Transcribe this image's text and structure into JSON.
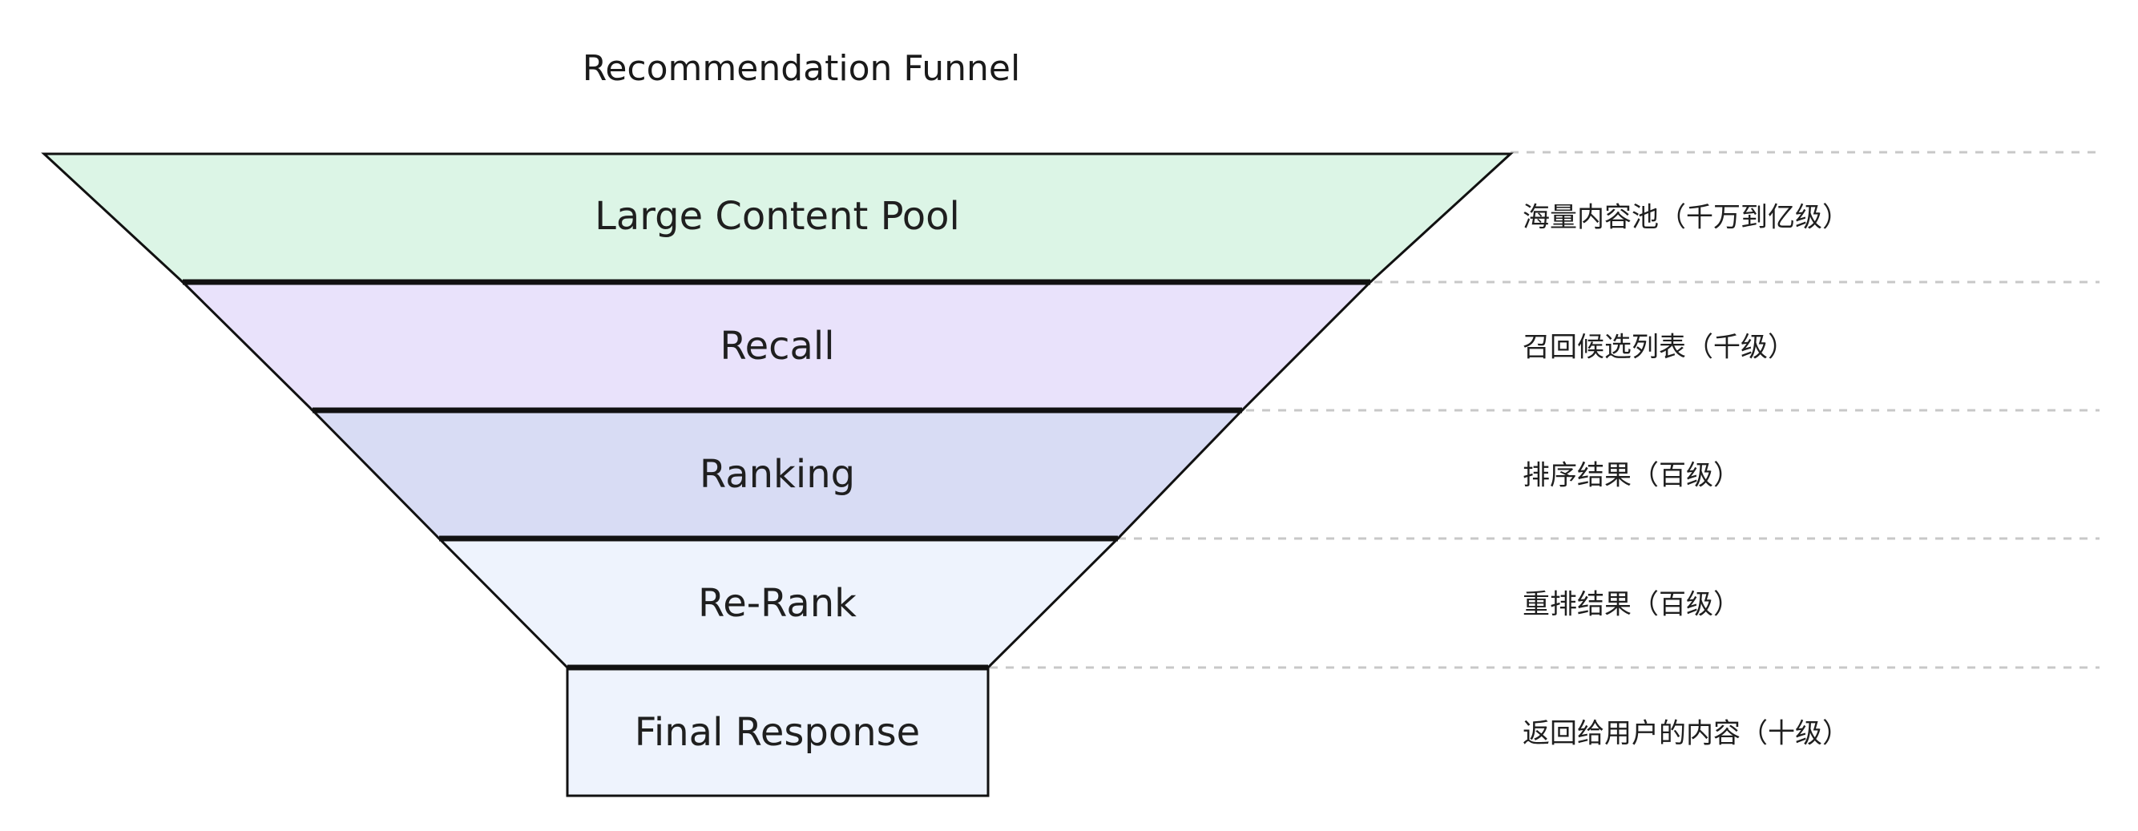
{
  "title": "Recommendation Funnel",
  "stages": [
    {
      "label": "Large Content Pool",
      "note": "海量内容池（千万到亿级）",
      "color": "#dcf5e6"
    },
    {
      "label": "Recall",
      "note": "召回候选列表（千级）",
      "color": "#e9e2fb"
    },
    {
      "label": "Ranking",
      "note": "排序结果（百级）",
      "color": "#d8dcf4"
    },
    {
      "label": "Re-Rank",
      "note": "重排结果（百级）",
      "color": "#eef3fd"
    },
    {
      "label": "Final Response",
      "note": "返回给用户的内容（十级）",
      "color": "#eef3fd"
    }
  ]
}
